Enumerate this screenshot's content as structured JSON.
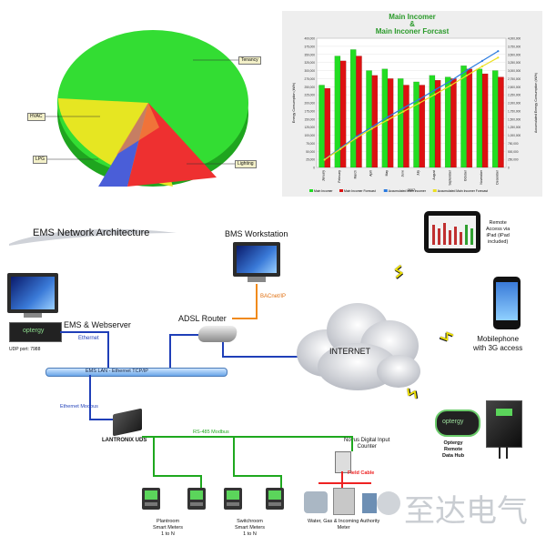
{
  "pie": {
    "labels": {
      "tenancy": "Tenancy",
      "hvac": "HVAC",
      "lpg": "LPG",
      "lighting": "Lighting"
    },
    "colors": {
      "tenancy": "#33dd33",
      "hvac": "#e6e622",
      "lpg": "#4a5ed8",
      "lighting": "#ee3030"
    }
  },
  "chart_data": {
    "type": "bar",
    "title": "Main Incomer\n&\nMain Inconer Forcast",
    "xlabel": "2007",
    "ylabel": "Energy Consumption (kWh)",
    "y2label": "Accumulated Energy Consumption (kWh)",
    "ylim": [
      0,
      400000
    ],
    "y2lim": [
      0,
      4000000
    ],
    "categories": [
      "January",
      "February",
      "March",
      "April",
      "May",
      "June",
      "July",
      "August",
      "September",
      "October",
      "November",
      "December"
    ],
    "series": [
      {
        "name": "Main Incomer",
        "kind": "bar",
        "color": "#22dd22",
        "values": [
          255000,
          345000,
          365000,
          300000,
          305000,
          275000,
          265000,
          285000,
          280000,
          315000,
          305000,
          300000
        ]
      },
      {
        "name": "Main Incomer Forecast",
        "kind": "bar",
        "color": "#dd1111",
        "values": [
          245000,
          330000,
          345000,
          285000,
          275000,
          255000,
          255000,
          270000,
          275000,
          305000,
          290000,
          280000
        ]
      },
      {
        "name": "Accumulated Main Incomer",
        "kind": "line",
        "axis": "y2",
        "color": "#2a7be0",
        "values": [
          250000,
          600000,
          950000,
          1250000,
          1560000,
          1840000,
          2110000,
          2400000,
          2680000,
          3000000,
          3300000,
          3600000
        ]
      },
      {
        "name": "Accumulated Main Incomer Forecast",
        "kind": "line",
        "axis": "y2",
        "color": "#ece022",
        "values": [
          240000,
          570000,
          910000,
          1200000,
          1470000,
          1730000,
          1990000,
          2260000,
          2540000,
          2840000,
          3130000,
          3400000
        ]
      }
    ],
    "legend": "bottom",
    "grid": true,
    "yticks": [
      "0",
      "25,000",
      "50,000",
      "75,000",
      "100,000",
      "125,000",
      "150,000",
      "175,000",
      "200,000",
      "225,000",
      "250,000",
      "275,000",
      "300,000",
      "325,000",
      "350,000",
      "375,000",
      "400,000"
    ],
    "y2ticks": [
      "0",
      "250,000",
      "500,000",
      "750,000",
      "1,000,000",
      "1,250,000",
      "1,500,000",
      "1,750,000",
      "2,000,000",
      "2,250,000",
      "2,500,000",
      "2,750,000",
      "3,000,000",
      "3,250,000",
      "3,500,000",
      "3,750,000",
      "4,000,000"
    ]
  },
  "diagram": {
    "title": "EMS Network Architecture",
    "bms_workstation": "BMS Workstation",
    "bacnet": "BACnet/IP",
    "ems_webserver": "EMS & Webserver",
    "ethernet": "Ethernet",
    "udp_port": "UDP port: 7988",
    "adsl_router": "ADSL Router",
    "internet": "INTERNET",
    "ems_lan": "EMS LAN - Ethernet TCP/IP",
    "ethernet_modbus": "Ethernet Modbus",
    "lantronix": "LANTRONIX UDS",
    "rs485": "RS-485 Modbus",
    "novus": "Novus Digital Input\nCounter",
    "field_cable": "Field Cable",
    "plantroom": "Plantroom\nSmart Meters\n1 to N",
    "switchroom": "Switchroom\nSmart Meters\n1 to N",
    "water_meter": "Water, Gas & Incoming Authority\nMeter",
    "ipad": "Remote\nAccess via\niPad (iPad\nincluded)",
    "mobile": "Mobilephone\nwith 3G access",
    "optergy": "optergy",
    "data_hub": "Optergy\nRemote\nData Hub",
    "watermark": "至达电气"
  }
}
